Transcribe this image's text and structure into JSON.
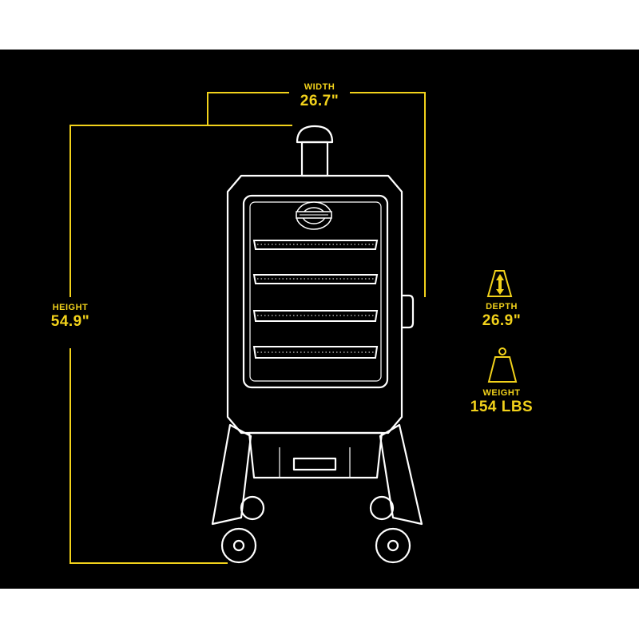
{
  "width": {
    "label": "WIDTH",
    "value": "26.7\""
  },
  "height": {
    "label": "HEIGHT",
    "value": "54.9\""
  },
  "depth": {
    "label": "DEPTH",
    "value": "26.9\""
  },
  "weight": {
    "label": "WEIGHT",
    "value": "154 LBS"
  },
  "colors": {
    "background": "#000000",
    "accent": "#f2d21b",
    "outline": "#ffffff"
  },
  "icons": {
    "depth": "depth-arrow-icon",
    "weight": "weight-icon"
  }
}
